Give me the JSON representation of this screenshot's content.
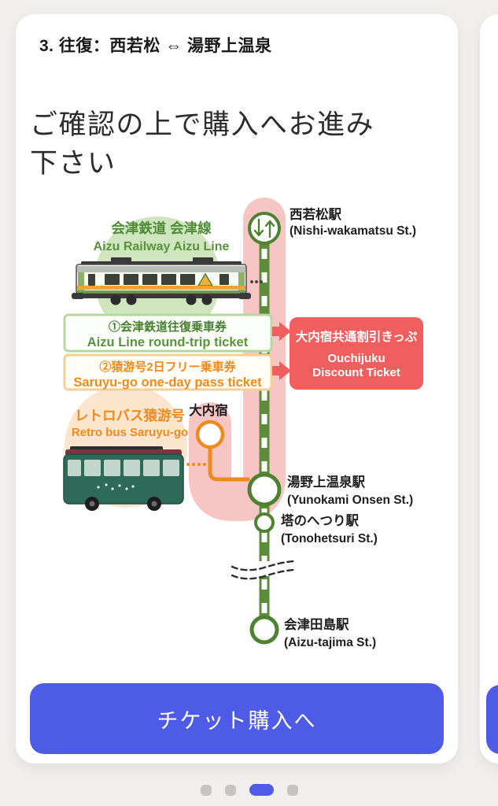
{
  "colors": {
    "background": "#f1efed",
    "accent_blue": "#4d5be6",
    "route_pink": "#f7c6c4",
    "rail_green": "#5b8c3c",
    "label_green": "#4f8b37",
    "bg_light_green": "#cfe5bd",
    "bus_orange": "#ef8a1f",
    "bg_peach": "#fbe5cc",
    "discount_red": "#f15e5e",
    "dot_gray": "#c6c3c0"
  },
  "icons": {
    "interchange": "up-down-arrows-icon"
  },
  "card": {
    "title": "3. 往復：西若松 ⇔ 湯野上温泉",
    "heading": "ご確認の上で購入へお進み下さい",
    "cta_label": "チケット購入へ"
  },
  "diagram": {
    "railway": {
      "name_ja": "会津鉄道 会津線",
      "name_en": "Aizu Railway Aizu Line"
    },
    "bus": {
      "name_ja": "レトロバス猿游号",
      "name_en": "Retro bus Saruyu-go"
    },
    "tickets": [
      {
        "name_ja": "①会津鉄道往復乗車券",
        "name_en": "Aizu Line round-trip ticket"
      },
      {
        "name_ja": "②猿游号2日フリー乗車券",
        "name_en": "Saruyu-go one-day pass ticket"
      }
    ],
    "discount_ticket": {
      "name_ja": "大内宿共通割引きっぷ",
      "name_en_line1": "Ouchijuku",
      "name_en_line2": "Discount Ticket"
    },
    "stations": {
      "nishiwakamatsu": {
        "ja": "西若松駅",
        "en": "(Nishi-wakamatsu St.)"
      },
      "ouchijuku": {
        "ja": "大内宿"
      },
      "yunokami": {
        "ja": "湯野上温泉駅",
        "en": "(Yunokami Onsen St.)"
      },
      "tonohetsuri": {
        "ja": "塔のへつり駅",
        "en": "(Tonohetsuri St.)"
      },
      "aizutajima": {
        "ja": "会津田島駅",
        "en": "(Aizu-tajima St.)"
      }
    }
  },
  "pagination": {
    "total": 4,
    "active_index": 2
  }
}
